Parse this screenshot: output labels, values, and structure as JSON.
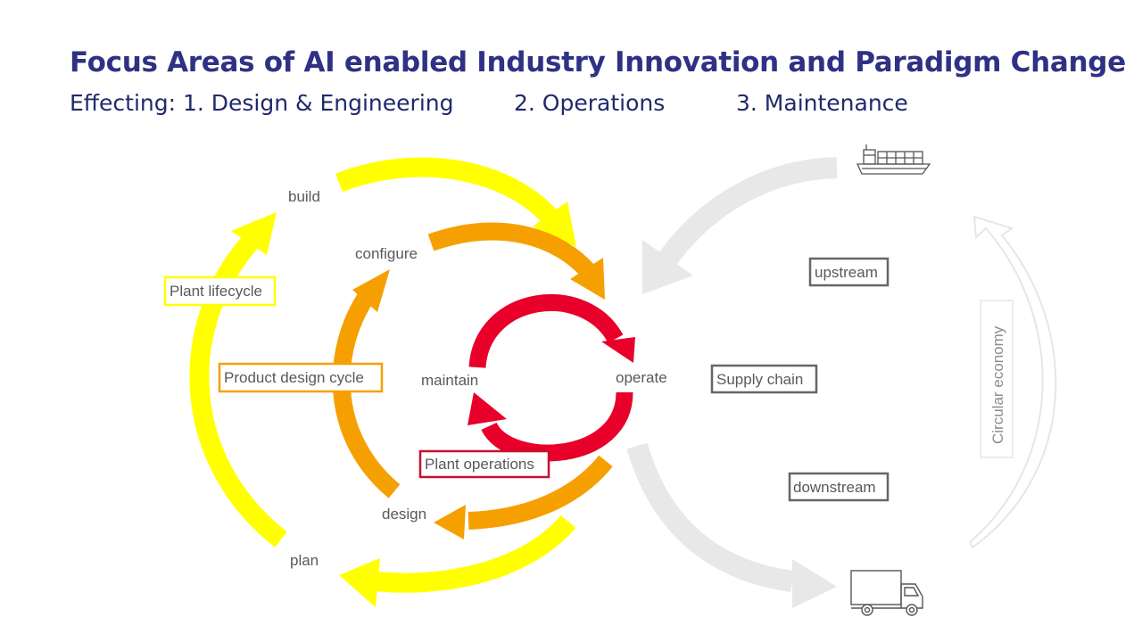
{
  "title": "Focus Areas of AI enabled Industry Innovation and Paradigm Change",
  "subtitle": {
    "lead": "Effecting: 1. Design &  Engineering",
    "item2": "2. Operations",
    "item3": "3. Maintenance"
  },
  "cycles": {
    "plant_lifecycle": {
      "label": "Plant lifecycle",
      "color": "#ffff00",
      "stages": {
        "build": "build",
        "plan": "plan"
      }
    },
    "product_design": {
      "label": "Product design cycle",
      "color": "#f5a000",
      "stages": {
        "configure": "configure",
        "design": "design"
      }
    },
    "plant_operations": {
      "label": "Plant operations",
      "color": "#e8002a",
      "stages": {
        "maintain": "maintain",
        "operate": "operate"
      }
    }
  },
  "supply": {
    "upstream": "upstream",
    "supply_chain": "Supply chain",
    "downstream": "downstream",
    "circular_economy": "Circular economy",
    "icons": [
      "cargo-ship-icon",
      "delivery-truck-icon"
    ],
    "arrow_color": "#e8e8e8"
  }
}
